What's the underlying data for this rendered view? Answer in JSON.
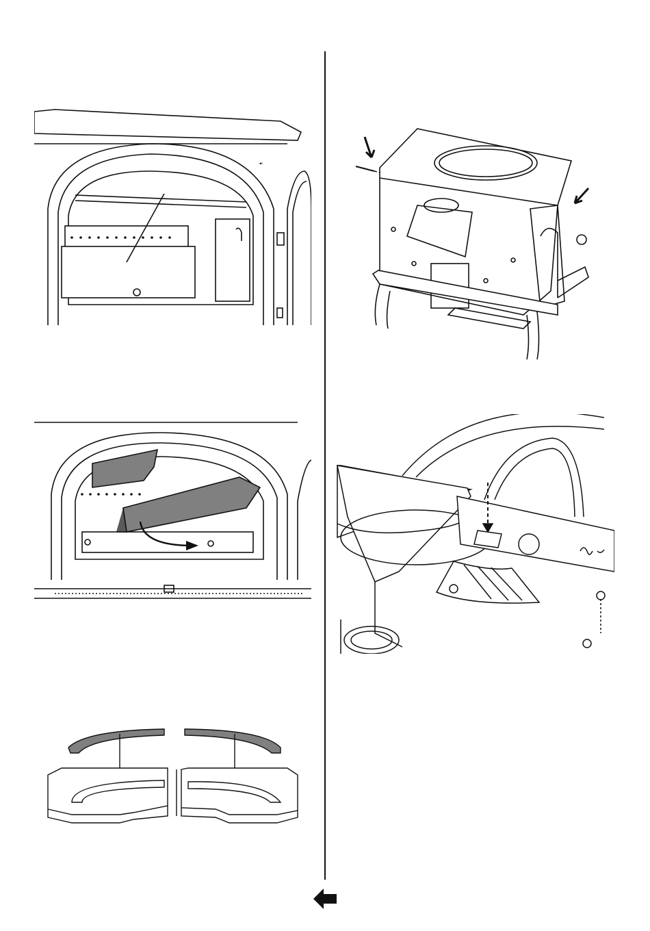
{
  "page": {
    "figures": [
      {
        "id": "fig-1",
        "icon": "stove-firebox-front-illustration"
      },
      {
        "id": "fig-2",
        "icon": "stove-exterior-arrows-illustration"
      },
      {
        "id": "fig-3",
        "icon": "baffle-plate-removal-illustration"
      },
      {
        "id": "fig-4",
        "icon": "top-plate-bolt-illustration"
      },
      {
        "id": "fig-5",
        "icon": "liner-plates-illustration"
      }
    ],
    "navigation": {
      "back_icon": "arrow-left-icon"
    },
    "colors": {
      "line": "#111111",
      "part": "#808080",
      "part_dark": "#5a5a5a",
      "fill": "#ffffff"
    }
  }
}
